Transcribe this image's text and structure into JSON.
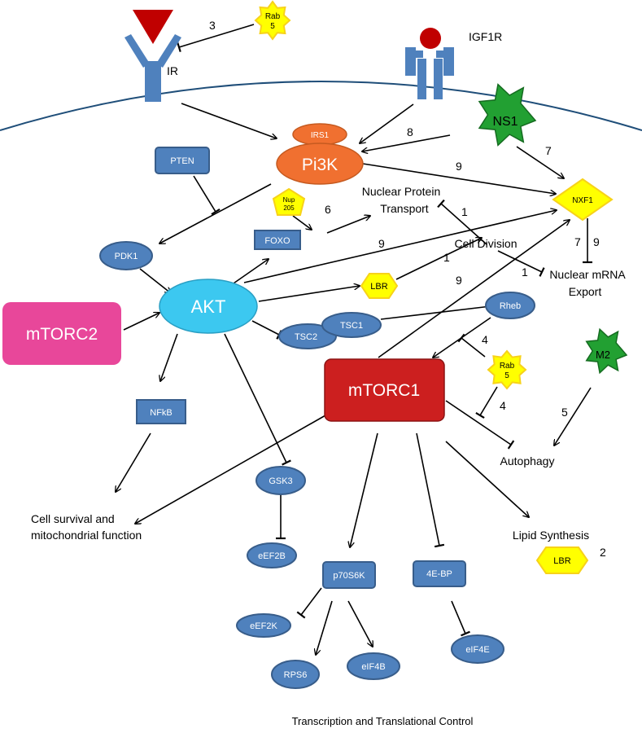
{
  "caption": "Transcription and Translational Control",
  "receptors": {
    "ir": "IR",
    "igf1r": "IGF1R"
  },
  "nodes": {
    "irs1": "IRS1",
    "pi3k": "Pi3K",
    "pten": "PTEN",
    "pdk1": "PDK1",
    "akt": "AKT",
    "mtorc2": "mTORC2",
    "mtorc1": "mTORC1",
    "foxo": "FOXO",
    "nfkb": "NFkB",
    "tsc1": "TSC1",
    "tsc2": "TSC2",
    "rheb": "Rheb",
    "gsk3": "GSK3",
    "eef2b": "eEF2B",
    "p70s6k": "p70S6K",
    "fourebp": "4E-BP",
    "eef2k": "eEF2K",
    "rps6": "RPS6",
    "eif4b": "eIF4B",
    "eif4e": "eIF4E"
  },
  "viral": {
    "ns1": "NS1",
    "m2": "M2",
    "nxf1": "NXF1",
    "lbr": "LBR",
    "nup": [
      "Nup",
      "205"
    ],
    "rab": [
      "Rab",
      "5"
    ]
  },
  "processes": {
    "nuclear_protein_transport": [
      "Nuclear Protein",
      "Transport"
    ],
    "cell_division": "Cell Division",
    "nuclear_mrna_export": [
      "Nuclear mRNA",
      "Export"
    ],
    "autophagy": "Autophagy",
    "cell_survival": [
      "Cell survival and",
      "mitochondrial function"
    ],
    "lipid_synthesis": "Lipid Synthesis"
  },
  "edge_labels": {
    "rab_ir": "3",
    "ns1_pi3k": "8",
    "pi3k_nxf1": "9",
    "ns1_nxf1": "7",
    "nup_transport": "6",
    "akt_nxf1": "9",
    "lbr_division": "1",
    "transport_export": "1",
    "division_export": "1",
    "nxf1_export_a": "7",
    "nxf1_export_b": "9",
    "mtorc1_nxf1": "9",
    "rab_rheb": "4",
    "rab_autophagy": "4",
    "m2_autophagy": "5",
    "lbr_lipid": "2"
  },
  "colors": {
    "membrane": "#1f4e79",
    "receptor": "#4f81bd",
    "node_blue": "#4f81bd",
    "pi3k": "#f07030",
    "akt": "#3cc8f0",
    "mtorc2": "#e8479a",
    "mtorc1": "#cc1f1f",
    "viral_green": "#22a032",
    "viral_yellow": "#ffff00",
    "ligand_red": "#c00000"
  }
}
